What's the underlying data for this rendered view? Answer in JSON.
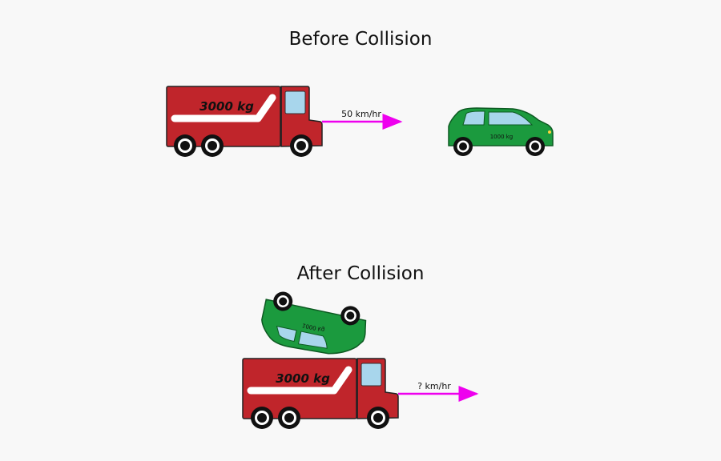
{
  "before": {
    "title": "Before Collision",
    "truck_mass": "3000 kg",
    "car_mass": "1000 kg",
    "velocity_label": "50 km/hr"
  },
  "after": {
    "title": "After Collision",
    "truck_mass": "3000 kg",
    "car_mass": "1000 kg",
    "velocity_label": "? km/hr"
  },
  "colors": {
    "truck_red": "#c0252b",
    "car_green": "#1b9a3e",
    "arrow_magenta": "#ee00ee",
    "window_blue": "#a8d6ec"
  }
}
